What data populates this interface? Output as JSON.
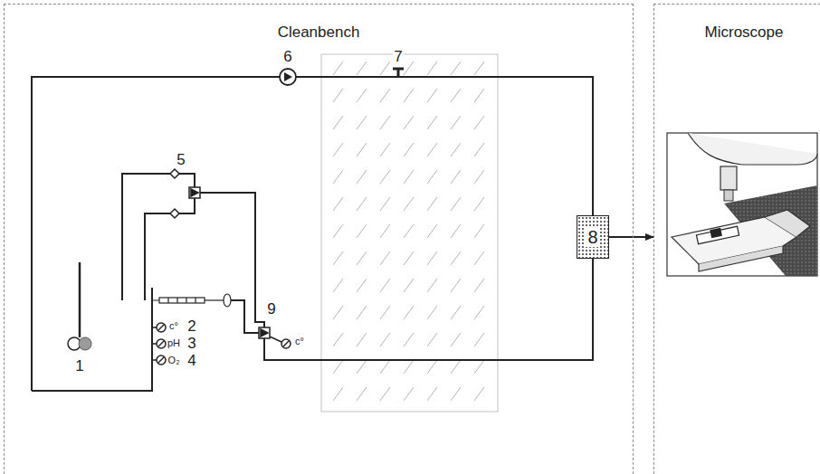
{
  "diagram": {
    "nodes": [
      {
        "text": [
          "Cleanbench"
        ]
      },
      {
        "text": [
          "Microscope"
        ]
      },
      {
        "text": [
          "8"
        ],
        "in": 0
      }
    ],
    "edges": [
      {
        "from": 2,
        "to": 1,
        "arrow": "to"
      }
    ],
    "labels": [
      "6",
      "7",
      "5",
      "1",
      "c°",
      "2",
      "pH",
      "3",
      "O₂",
      "4",
      "9",
      "c°"
    ]
  }
}
